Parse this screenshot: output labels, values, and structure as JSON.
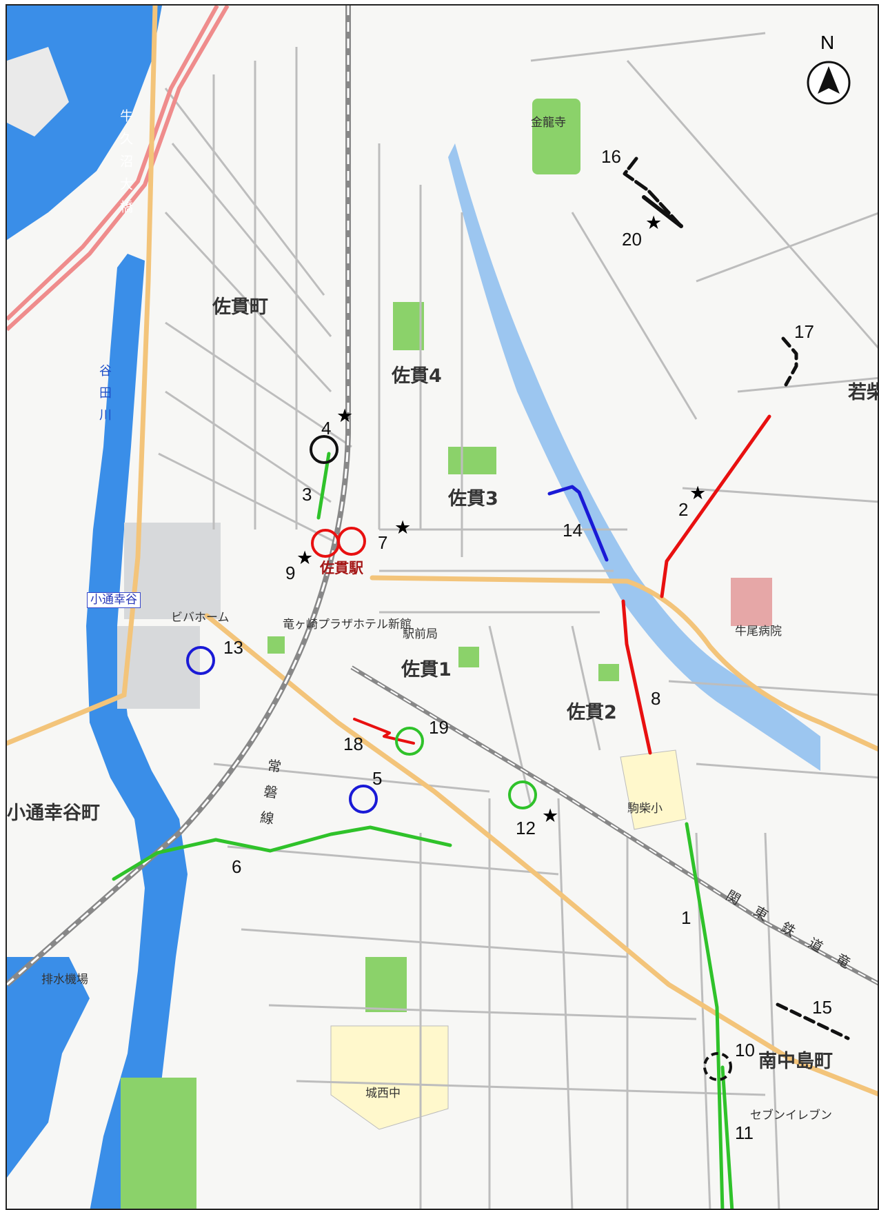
{
  "map": {
    "north_label": "N",
    "colors": {
      "river": "#3a8ee8",
      "road_primary": "#f3c47a",
      "expressway": "#ef8c8c",
      "park": "#8bd26a",
      "school": "#fff8cc",
      "route_red": "#e81010",
      "route_green": "#2fc22a",
      "route_blue": "#1a1ad6",
      "route_black": "#111111"
    }
  },
  "areas": {
    "sanuki_machi": "佐貫町",
    "sanuki4": "佐貫4",
    "sanuki3": "佐貫3",
    "sanuki1": "佐貫1",
    "sanuki2": "佐貫2",
    "kodoukoudai_machi": "小通幸谷町",
    "minaminakajima_machi": "南中島町",
    "wakashiba": "若柴"
  },
  "facilities": {
    "kinryuji": "金龍寺",
    "vivahome": "ビバホーム",
    "hotel": "竜ヶ崎プラザホテル新館",
    "ekimae_post": "駅前局",
    "ushiku_hospital": "牛尾病院",
    "kashiba_elem": "駒柴小",
    "jousai_jh": "城西中",
    "pump_station": "排水機場",
    "seven_eleven": "セブンイレブン"
  },
  "station": {
    "name": "佐貫駅"
  },
  "boxed_label": "小通幸谷",
  "rivers": {
    "ushikunuma_bridge": "牛久沼大橋",
    "yata_river": "谷田川"
  },
  "rail_lines": {
    "joban_line": "常磐線",
    "kanto_railway": "関東鉄道竜"
  },
  "route_numbers": [
    "1",
    "2",
    "3",
    "4",
    "5",
    "6",
    "7",
    "8",
    "9",
    "10",
    "11",
    "12",
    "13",
    "14",
    "15",
    "16",
    "17",
    "18",
    "19",
    "20"
  ]
}
